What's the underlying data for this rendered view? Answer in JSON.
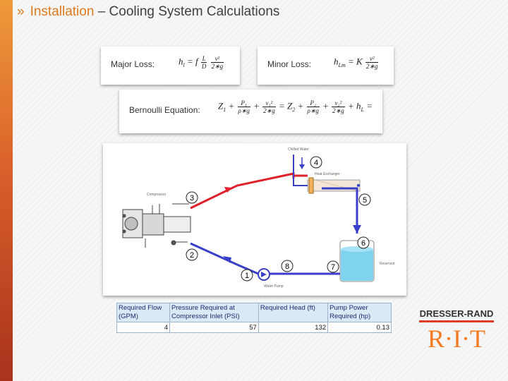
{
  "title": {
    "chevron": "»",
    "part1": "Installation",
    "dash": " – ",
    "part2": "Cooling System Calculations"
  },
  "equations": {
    "major": {
      "label": "Major Loss:",
      "lhs": "h",
      "lhs_sub": "l",
      "f": "f",
      "num1": "L",
      "den1": "D",
      "num2": "v²",
      "den2": "2∗g"
    },
    "minor": {
      "label": "Minor Loss:",
      "lhs": "h",
      "lhs_sub": "Lm",
      "k": "K",
      "num": "v²",
      "den": "2∗g"
    },
    "bernoulli": {
      "label": "Bernoulli Equation:",
      "z1": "Z",
      "z1_sub": "1",
      "p1": "P₁",
      "v1": "v₁²",
      "z2": "Z",
      "z2_sub": "2",
      "p2": "P₂",
      "v2": "v₂²",
      "rho_g": "ρ∗g",
      "two_g": "2∗g",
      "hl": "h",
      "hl_sub": "L"
    }
  },
  "diagram": {
    "labels": {
      "chilled": "Chilled Water",
      "heat_exchanger": "Heat Exchanger",
      "compressor": "Compressor",
      "reservoir": "Reservoir",
      "water_pump": "Water Pump"
    },
    "points": [
      "1",
      "2",
      "3",
      "4",
      "5",
      "6",
      "7",
      "8"
    ],
    "colors": {
      "hot": "#e0202a",
      "cold": "#3a3fc8",
      "marker": "#222222",
      "water": "#7fd3ef"
    }
  },
  "table": {
    "headers": [
      "Required Flow (GPM)",
      "Pressure Required at Compressor Inlet (PSI)",
      "Required Head (ft)",
      "Pump Power Required (hp)"
    ],
    "rows": [
      [
        "4",
        "57",
        "132",
        "0.13"
      ]
    ]
  },
  "logo": {
    "brand": "DRESSER-RAND",
    "rit": "R·I·T",
    "color_dr": "#333333",
    "color_rit": "#f47b20"
  }
}
